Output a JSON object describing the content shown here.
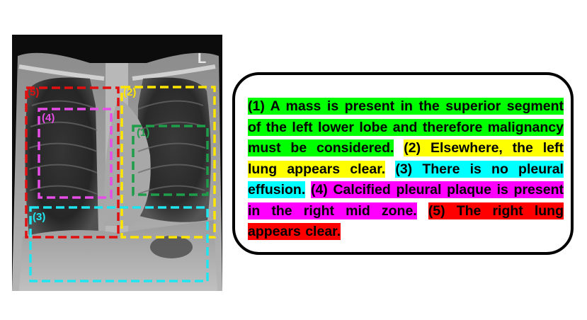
{
  "regions": [
    {
      "label": "(1)",
      "color": "#1e9e4a"
    },
    {
      "label": "(2)",
      "color": "#ffe600"
    },
    {
      "label": "(3)",
      "color": "#1fe5f0"
    },
    {
      "label": "(4)",
      "color": "#e64de6"
    },
    {
      "label": "(5)",
      "color": "#e01010"
    }
  ],
  "xray_marker": "L",
  "findings": [
    {
      "id": 1,
      "text": "(1) A mass is present in the superior segment of the left lower lobe and therefore malignancy must be considered.",
      "highlight": "#00ff00"
    },
    {
      "id": 2,
      "text": "(2) Elsewhere, the left lung appears clear.",
      "highlight": "#ffff00"
    },
    {
      "id": 3,
      "text": "(3) There is no pleural effusion.",
      "highlight": "#00ffff"
    },
    {
      "id": 4,
      "text": "(4) Calcified pleural plaque is present in the right mid zone.",
      "highlight": "#ff00ff"
    },
    {
      "id": 5,
      "text": "(5) The right lung appears clear.",
      "highlight": "#ff0000"
    }
  ]
}
